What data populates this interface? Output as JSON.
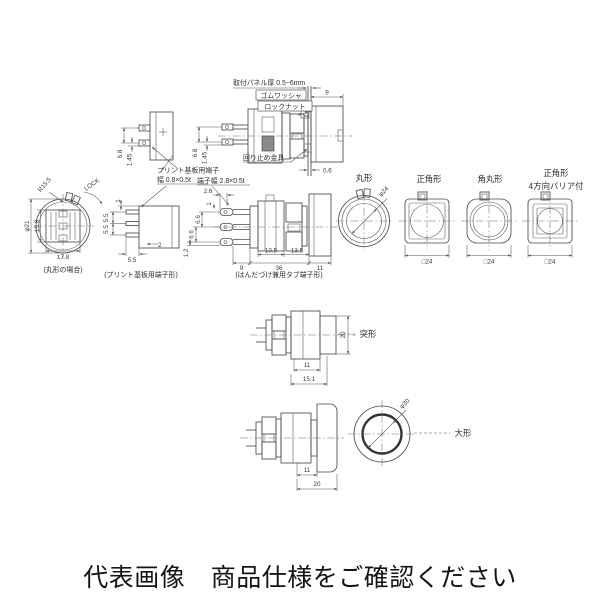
{
  "footer": {
    "caption": "代表画像　商品仕様をご確認ください"
  },
  "callouts": {
    "panel_thickness": "取付パネル厚 0.5~6mm",
    "rubber_washer": "ゴムワッシャ",
    "lock_nut": "ロックナット",
    "anti_rotation": "回り止め金具",
    "pcb_terminal": "プリント基板用端子",
    "pcb_terminal_width": "幅 0.8×0.5t",
    "tab_terminal_width": "端子幅 2.8×0.5t",
    "lock": "LOCK"
  },
  "views": {
    "round_case": "(丸形の場合)",
    "pcb_type": "(プリント基板用端子形)",
    "tab_type": "(はんだづけ兼用タブ端子形)",
    "round": "丸形",
    "square": "正角形",
    "round_square": "角丸形",
    "barrier_line1": "正角形",
    "barrier_line2": "4方向バリア付",
    "projecting": "突形",
    "large": "大形"
  },
  "dims": {
    "d6_8": "6.8",
    "d1_45": "1.45",
    "d9": "9",
    "d0_6": "0.6",
    "r15_5": "R15.5",
    "dia21": "φ21",
    "d15_8": "15.8",
    "d17_8": "17.8",
    "d1": "1",
    "d5_5": "5.5",
    "d2": "2",
    "d2_6": "2.6",
    "d6_6": "6.6",
    "d1_2": "1.2",
    "d36": "36",
    "d11": "11",
    "d10_5": "10.5",
    "d13_5": "13.5",
    "dia24": "φ24",
    "sq24": "□24",
    "d20": "20",
    "d15_1": "15.1",
    "dia30": "φ30"
  }
}
